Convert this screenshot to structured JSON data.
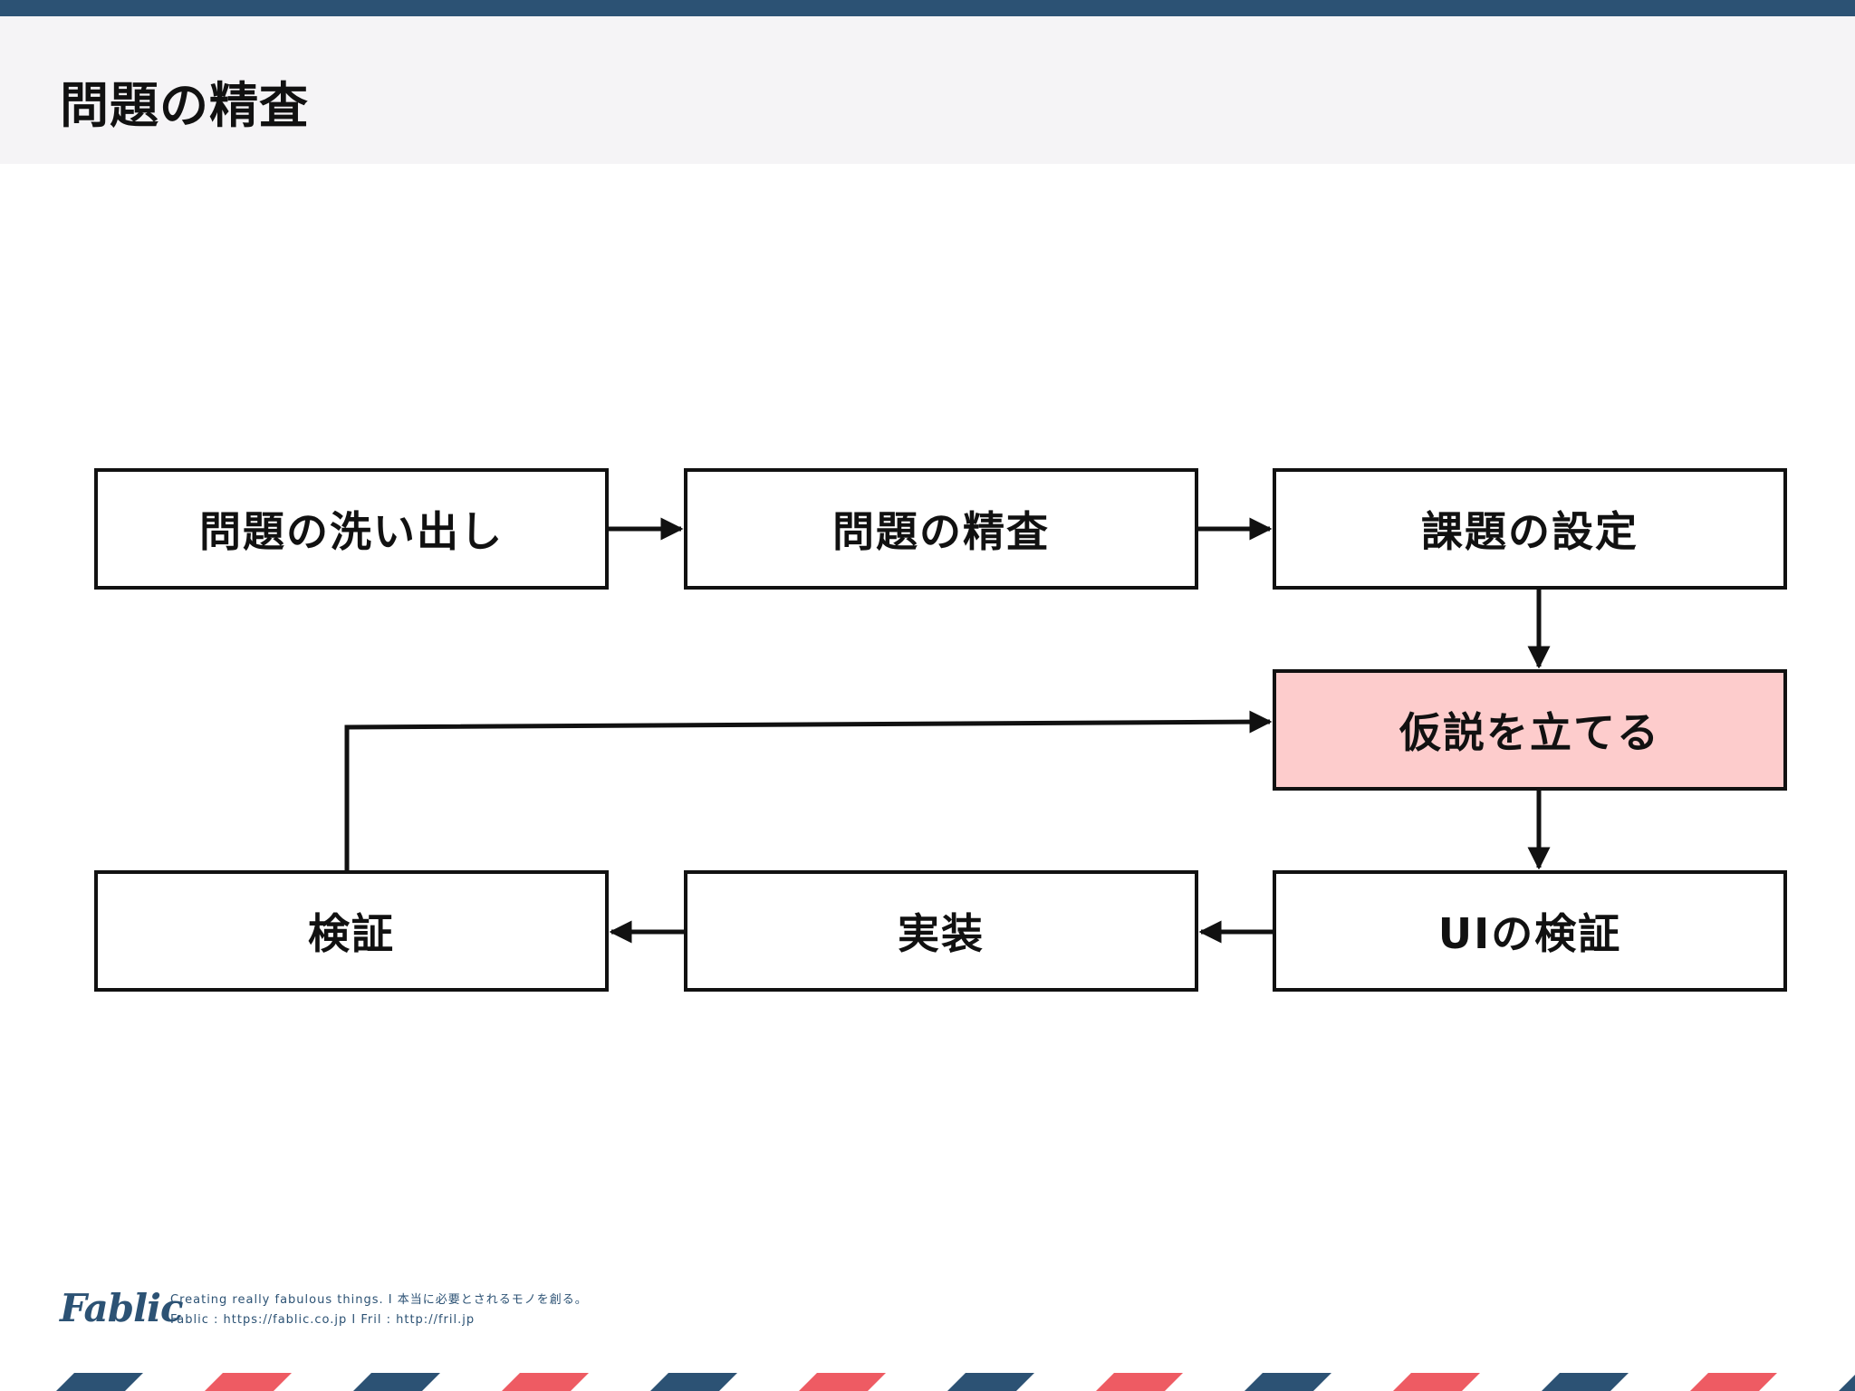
{
  "header": {
    "title": "問題の精査"
  },
  "diagram": {
    "steps": [
      {
        "id": "step1",
        "label": "問題の洗い出し",
        "highlighted": false
      },
      {
        "id": "step2",
        "label": "問題の精査",
        "highlighted": false
      },
      {
        "id": "step3",
        "label": "課題の設定",
        "highlighted": false
      },
      {
        "id": "step4",
        "label": "仮説を立てる",
        "highlighted": true
      },
      {
        "id": "step5",
        "label": "UIの検証",
        "highlighted": false
      },
      {
        "id": "step6",
        "label": "実装",
        "highlighted": false
      },
      {
        "id": "step7",
        "label": "検証",
        "highlighted": false
      }
    ],
    "flow": [
      [
        "step1",
        "step2"
      ],
      [
        "step2",
        "step3"
      ],
      [
        "step3",
        "step4"
      ],
      [
        "step4",
        "step5"
      ],
      [
        "step5",
        "step6"
      ],
      [
        "step6",
        "step7"
      ],
      [
        "step7",
        "step4"
      ]
    ],
    "highlight_color": "#fdcccc",
    "border_color": "#111111"
  },
  "footer": {
    "logo": "Fablic",
    "tagline": "Creating really fabulous things.  I  本当に必要とされるモノを創る。",
    "links": "Fablic : https://fablic.co.jp  I  Fril : http://fril.jp",
    "brand_colors": {
      "navy": "#2c5274",
      "red": "#ee5b63"
    }
  }
}
